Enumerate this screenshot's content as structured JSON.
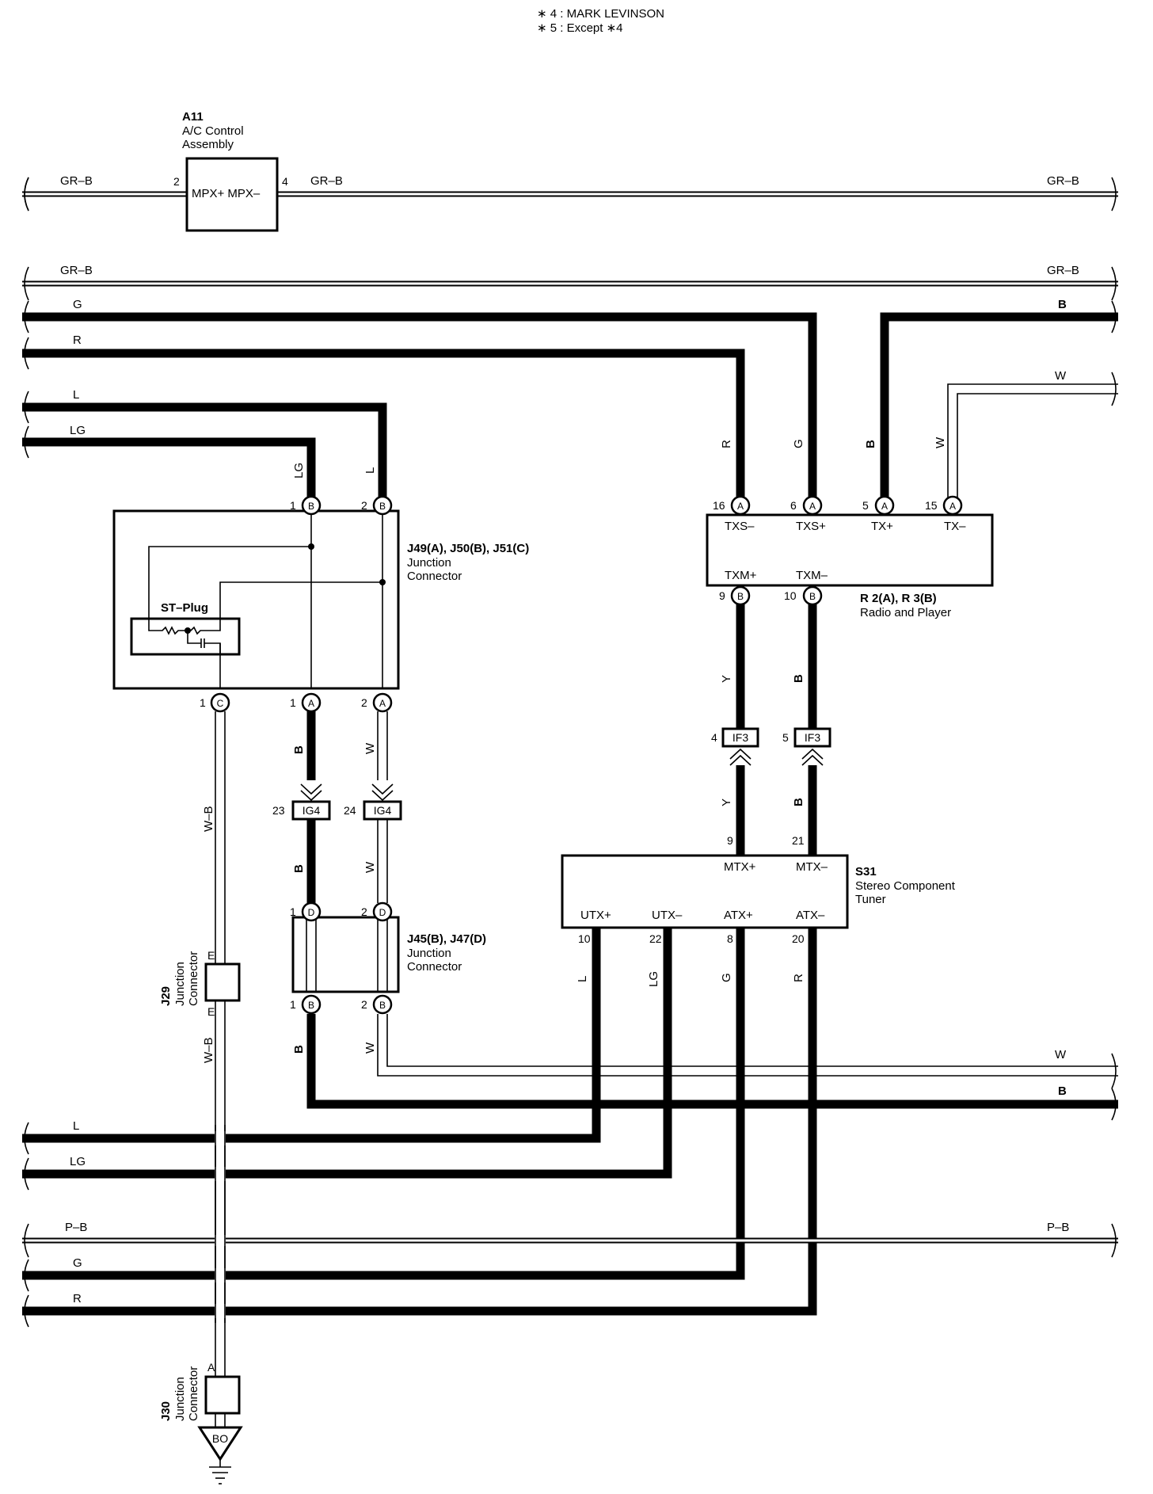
{
  "notes": [
    "∗ 4 : MARK LEVINSON",
    "∗ 5 : Except ∗4"
  ],
  "components": {
    "a11": {
      "id": "A11",
      "name_line1": "A/C Control",
      "name_line2": "Assembly",
      "pin_left": "2",
      "pin_right": "4",
      "terminals": "MPX+ MPX–"
    },
    "j49": {
      "id": "J49(A), J50(B), J51(C)",
      "name_line1": "Junction",
      "name_line2": "Connector",
      "st_plug": "ST–Plug"
    },
    "j45": {
      "id": "J45(B), J47(D)",
      "name_line1": "Junction",
      "name_line2": "Connector"
    },
    "r2": {
      "id": "R 2(A), R 3(B)",
      "name": "Radio and Player",
      "terminals_top": [
        "TXS–",
        "TXS+",
        "TX+",
        "TX–"
      ],
      "terminals_bottom": [
        "TXM+",
        "TXM–"
      ]
    },
    "s31": {
      "id": "S31",
      "name_line1": "Stereo Component",
      "name_line2": "Tuner",
      "terminals_top": [
        "MTX+",
        "MTX–"
      ],
      "terminals_bottom": [
        "UTX+",
        "UTX–",
        "ATX+",
        "ATX–"
      ]
    },
    "j29": {
      "id": "J29",
      "name_line1": "Junction",
      "name_line2": "Connector",
      "pin_top": "E",
      "pin_bottom": "E"
    },
    "j30": {
      "id": "J30",
      "name_line1": "Junction",
      "name_line2": "Connector",
      "pin_top": "A",
      "ground": "BO"
    },
    "if3": {
      "label": "IF3",
      "pin_left": "4",
      "pin_right": "5"
    },
    "ig4": {
      "label": "IG4",
      "pin_left": "23",
      "pin_right": "24"
    }
  },
  "connector_letters": {
    "a": "A",
    "b": "B",
    "c": "C",
    "d": "D"
  },
  "pins": {
    "j49_top_1": "1",
    "j49_top_2": "2",
    "j49_bot_c1": "1",
    "j49_bot_a1": "1",
    "j49_bot_a2": "2",
    "j45_top_1": "1",
    "j45_top_2": "2",
    "j45_bot_1": "1",
    "j45_bot_2": "2",
    "r2_16": "16",
    "r2_6": "6",
    "r2_5": "5",
    "r2_15": "15",
    "r2_9": "9",
    "r2_10": "10",
    "s31_9": "9",
    "s31_21": "21",
    "s31_10": "10",
    "s31_22": "22",
    "s31_8": "8",
    "s31_20": "20"
  },
  "wire_colors": {
    "gr_b": "GR–B",
    "g": "G",
    "b": "B",
    "r": "R",
    "l": "L",
    "lg": "LG",
    "w": "W",
    "y": "Y",
    "w_b": "W–B",
    "p_b": "P–B"
  }
}
